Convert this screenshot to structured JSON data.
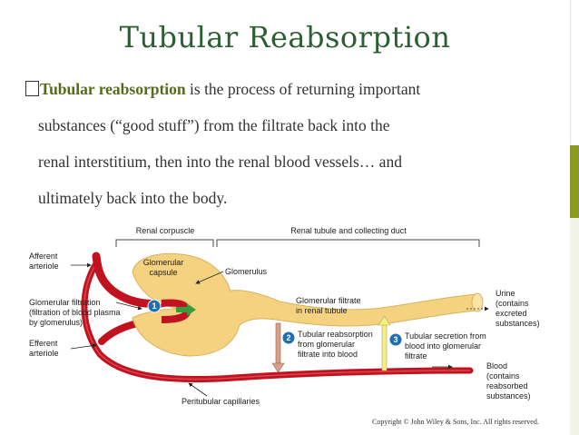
{
  "slide": {
    "title": "Tubular Reabsorption",
    "paragraph": {
      "term": "Tubular reabsorption",
      "line1_rest": " is the process of returning important",
      "line2": "substances (“good stuff”) from the filtrate back into the",
      "line3": "renal interstitium, then into the renal blood vessels… and",
      "line4": "ultimately back into the body."
    },
    "copyright": "Copyright © John Wiley & Sons, Inc. All rights reserved."
  },
  "diagram": {
    "bracket_renal_corpuscle": "Renal corpuscle",
    "bracket_renal_tubule": "Renal tubule and collecting duct",
    "afferent_l1": "Afferent",
    "afferent_l2": "arteriole",
    "glom_capsule_l1": "Glomerular",
    "glom_capsule_l2": "capsule",
    "glomerulus": "Glomerulus",
    "glom_filtration_l1": "Glomerular filtration",
    "glom_filtration_l2": "(filtration of blood plasma",
    "glom_filtration_l3": "by glomerulus)",
    "efferent_l1": "Efferent",
    "efferent_l2": "arteriole",
    "filtrate_l1": "Glomerular filtrate",
    "filtrate_l2": "in renal tubule",
    "reabs_l1": "Tubular reabsorption",
    "reabs_l2": "from glomerular",
    "reabs_l3": "filtrate into blood",
    "secretion_l1": "Tubular secretion from",
    "secretion_l2": "blood into glomerular",
    "secretion_l3": "filtrate",
    "urine_l1": "Urine",
    "urine_l2": "(contains",
    "urine_l3": "excreted",
    "urine_l4": "substances)",
    "blood_l1": "Blood",
    "blood_l2": "(contains",
    "blood_l3": "reabsorbed",
    "blood_l4": "substances)",
    "peritubular": "Peritubular capillaries",
    "step1": "1",
    "step2": "2",
    "step3": "3",
    "colors": {
      "tubule": "#f4d27f",
      "vessel": "#c1121f",
      "step_circle": "#1f6fb5",
      "filtration_arrow": "#3c9a3c",
      "reabsorption_arrow": "#d9a089",
      "secretion_arrow": "#f6ef86"
    }
  }
}
